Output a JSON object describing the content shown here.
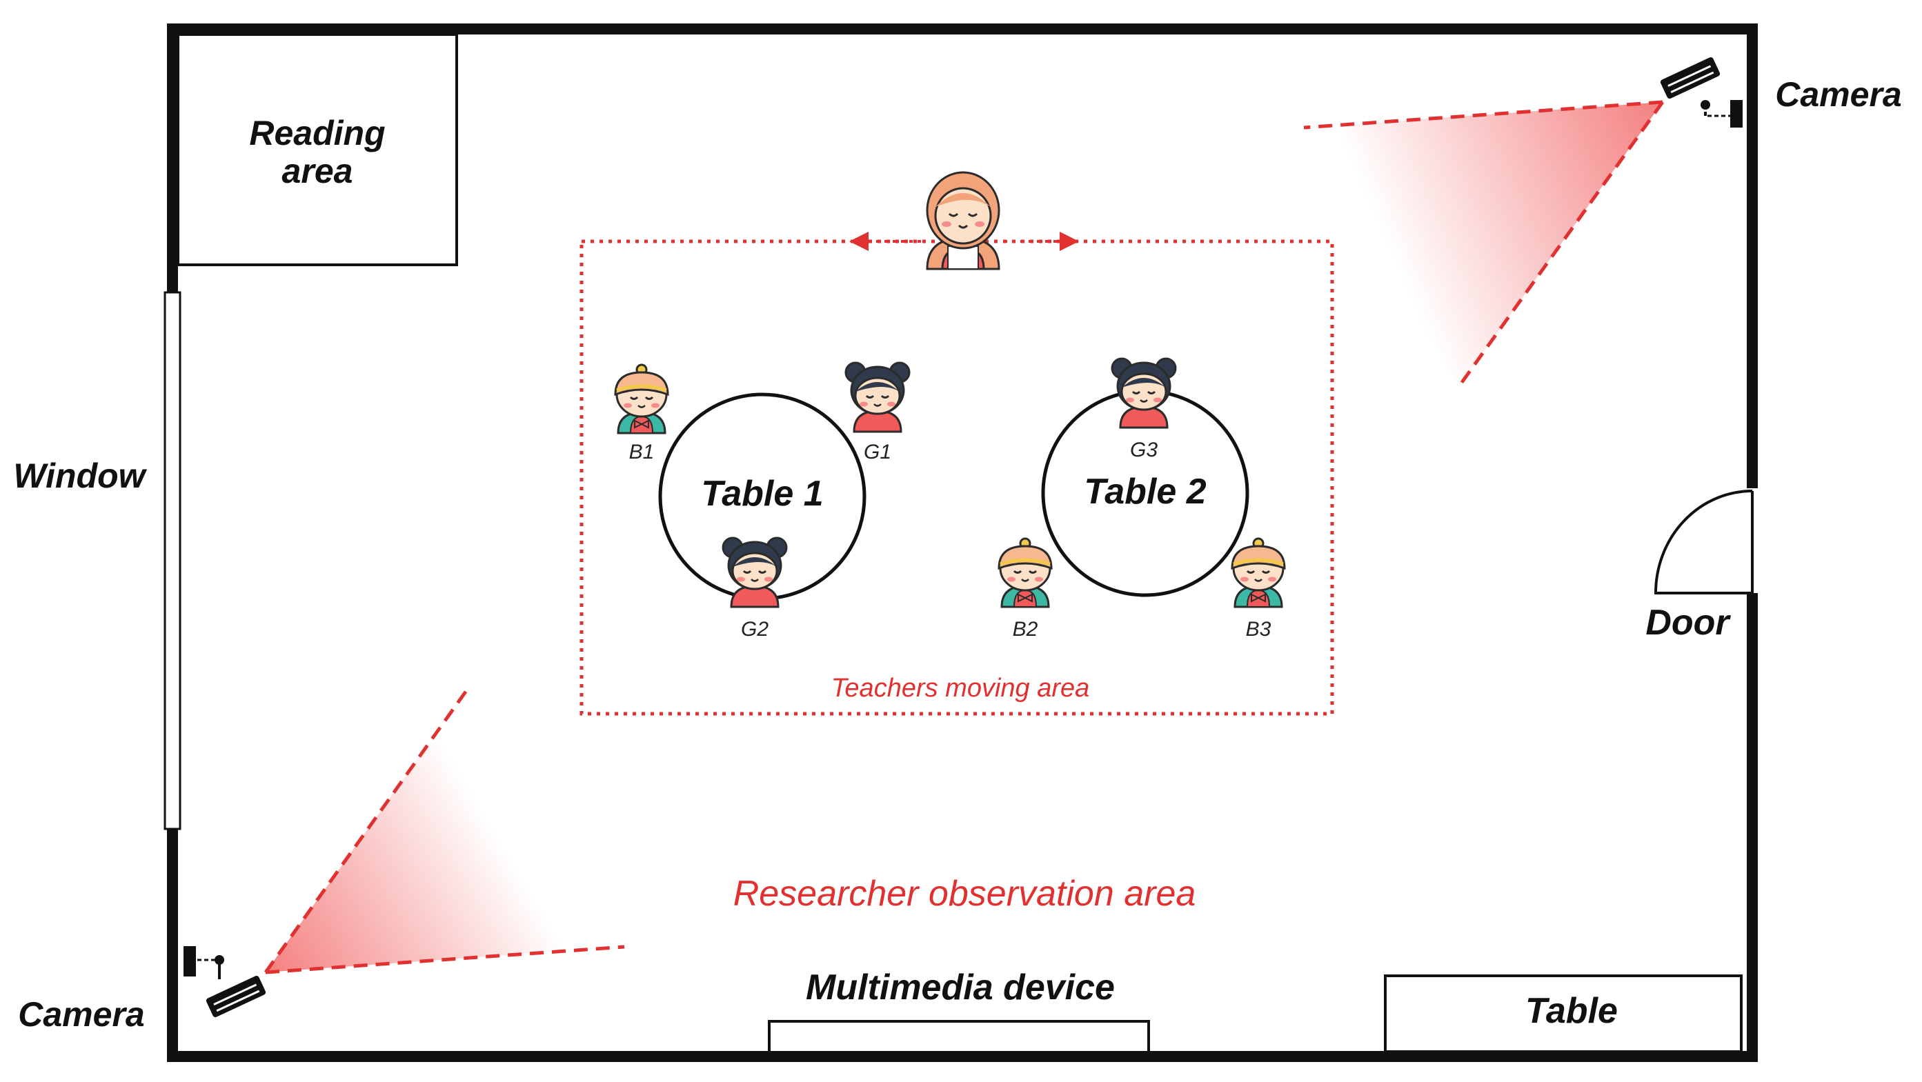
{
  "room": {
    "reading_area": [
      "Reading",
      "area"
    ],
    "window_label": "Window",
    "door_label": "Door",
    "camera_top_label": "Camera",
    "camera_bottom_label": "Camera",
    "multimedia_label": "Multimedia device",
    "table_label": "Table",
    "researcher_area_label": "Researcher observation area",
    "teacher_area_label": "Teachers moving area"
  },
  "tables": [
    {
      "label": "Table 1"
    },
    {
      "label": "Table 2"
    }
  ],
  "students": [
    {
      "label": "B1",
      "type": "boy"
    },
    {
      "label": "G1",
      "type": "girl"
    },
    {
      "label": "G2",
      "type": "girl"
    },
    {
      "label": "G3",
      "type": "girl"
    },
    {
      "label": "B2",
      "type": "boy"
    },
    {
      "label": "B3",
      "type": "boy"
    }
  ],
  "colors": {
    "wall": "#111111",
    "accent_red": "#e03030",
    "skin": "#fde0c8",
    "girl_hair": "#2f3b4c",
    "boy_hat": "#f6b88f",
    "shirt_red": "#f05a5a",
    "shirt_teal": "#3cb8a5"
  }
}
